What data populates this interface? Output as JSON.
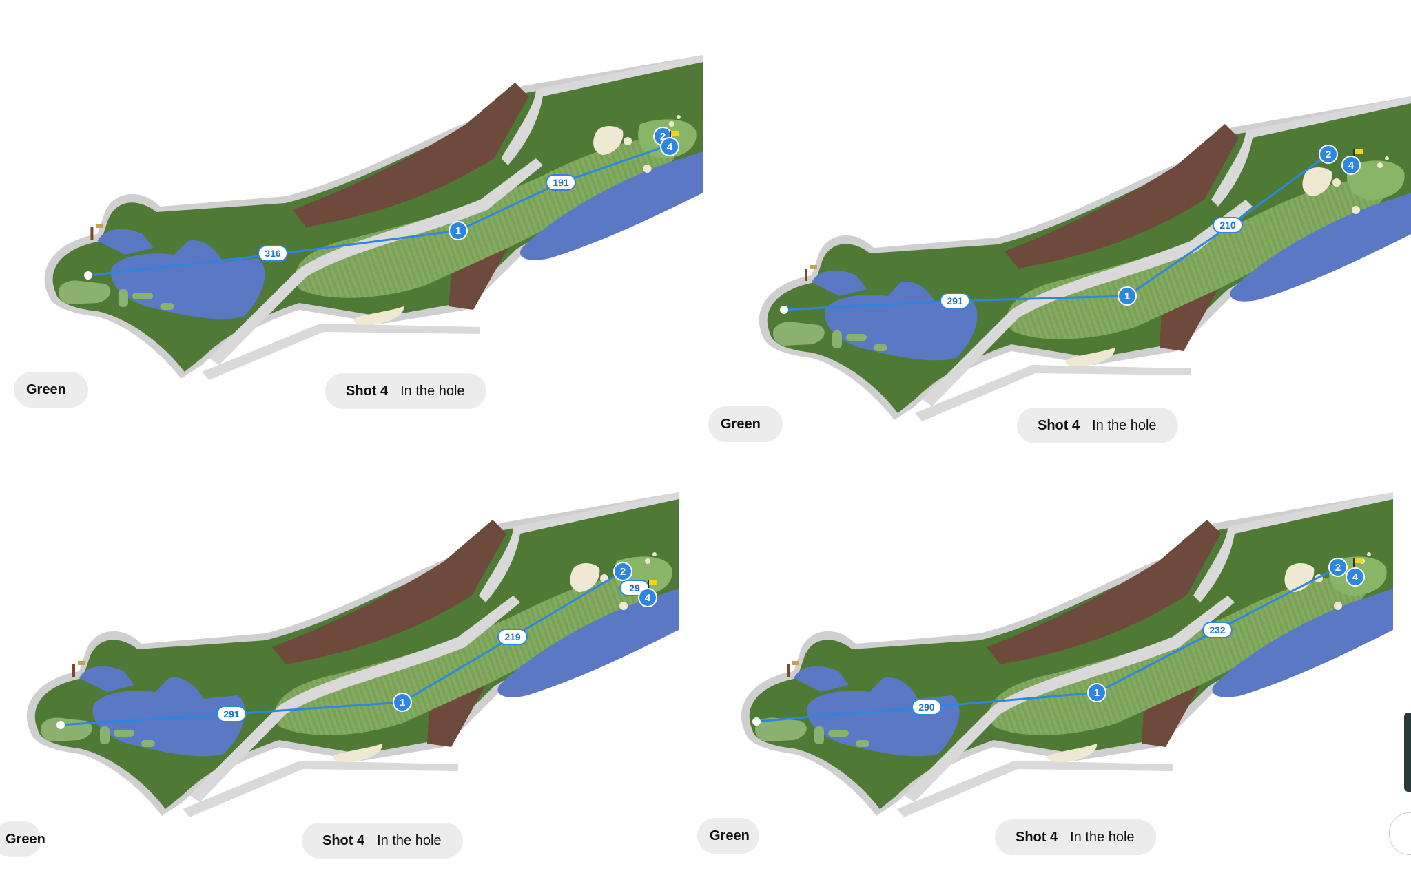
{
  "panels": [
    {
      "surface_label": "Green",
      "shot_label": "Shot 4",
      "shot_result": "In the hole",
      "distances": [
        "316",
        "191"
      ],
      "markers": [
        "1",
        "2",
        "4"
      ]
    },
    {
      "surface_label": "Green",
      "shot_label": "Shot 4",
      "shot_result": "In the hole",
      "distances": [
        "291",
        "210"
      ],
      "markers": [
        "1",
        "2",
        "4"
      ]
    },
    {
      "surface_label": "Green",
      "shot_label": "Shot 4",
      "shot_result": "In the hole",
      "distances": [
        "291",
        "219",
        "29"
      ],
      "markers": [
        "1",
        "2",
        "4"
      ]
    },
    {
      "surface_label": "Green",
      "shot_label": "Shot 4",
      "shot_result": "In the hole",
      "distances": [
        "290",
        "232"
      ],
      "markers": [
        "1",
        "2",
        "4"
      ]
    }
  ],
  "colors": {
    "water": "#5a78c4",
    "rough": "#4e7a35",
    "fairway": "#7fa75c",
    "bunker": "#efe8d2",
    "waste_area": "#6e4a3c",
    "cart_path": "#d9d9d9",
    "shot_line": "#2d86e0",
    "flag": "#f2d21b"
  },
  "icons": {
    "flag": "pin-flag-icon",
    "tee": "tee-marker-icon"
  }
}
